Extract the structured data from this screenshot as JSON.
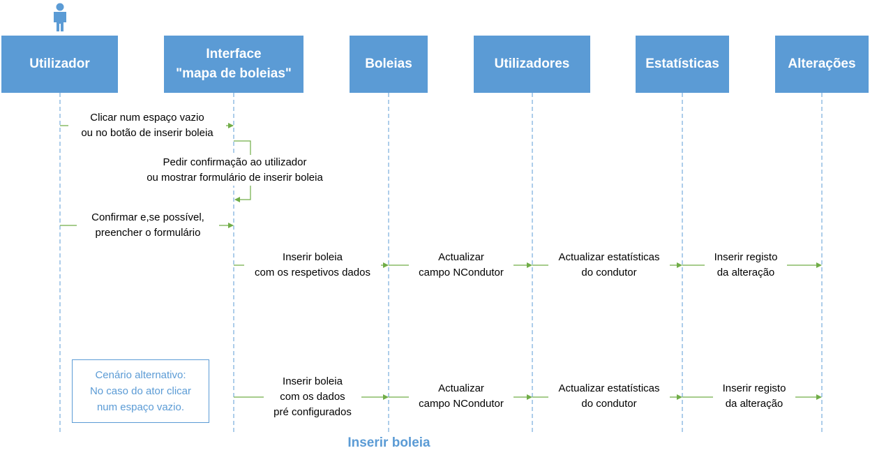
{
  "actor_icon": "person-icon",
  "colors": {
    "lane": "#5B9BD5",
    "arrow": "#70AD47",
    "note": "#5B9BD5"
  },
  "lanes": [
    "Utilizador",
    "Interface\n\"mapa de boleias\"",
    "Boleias",
    "Utilizadores",
    "Estatísticas",
    "Alterações"
  ],
  "messages": [
    "Clicar num espaço vazio\nou no botão de inserir boleia",
    "Pedir confirmação ao utilizador\nou mostrar formulário de inserir boleia",
    "Confirmar e,se possível,\npreencher o formulário",
    "Inserir boleia\ncom os respetivos dados",
    "Actualizar\ncampo NCondutor",
    "Actualizar estatísticas\ndo condutor",
    "Inserir registo\nda alteração",
    "Inserir boleia\ncom os dados\npré configurados",
    "Actualizar\ncampo NCondutor",
    "Actualizar estatísticas\ndo condutor",
    "Inserir registo\nda alteração"
  ],
  "note": "Cenário alternativo:\nNo caso do ator clicar\nnum espaço vazio.",
  "title": "Inserir boleia"
}
